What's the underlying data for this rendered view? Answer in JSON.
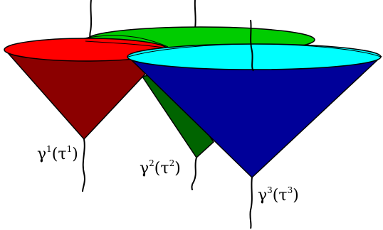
{
  "colors": {
    "red_rim": "#ff0000",
    "red_body": "#8b0000",
    "green_rim": "#00cc00",
    "green_body": "#006400",
    "cyan_rim": "#00ffff",
    "blue_body": "#000099",
    "worldline": "#000000"
  },
  "labels": {
    "l1": {
      "sym": "γ",
      "sup1": "1",
      "arg": "τ",
      "sup2": "1"
    },
    "l2": {
      "sym": "γ",
      "sup1": "2",
      "arg": "τ",
      "sup2": "2"
    },
    "l3": {
      "sym": "γ",
      "sup1": "3",
      "arg": "τ",
      "sup2": "3"
    }
  }
}
